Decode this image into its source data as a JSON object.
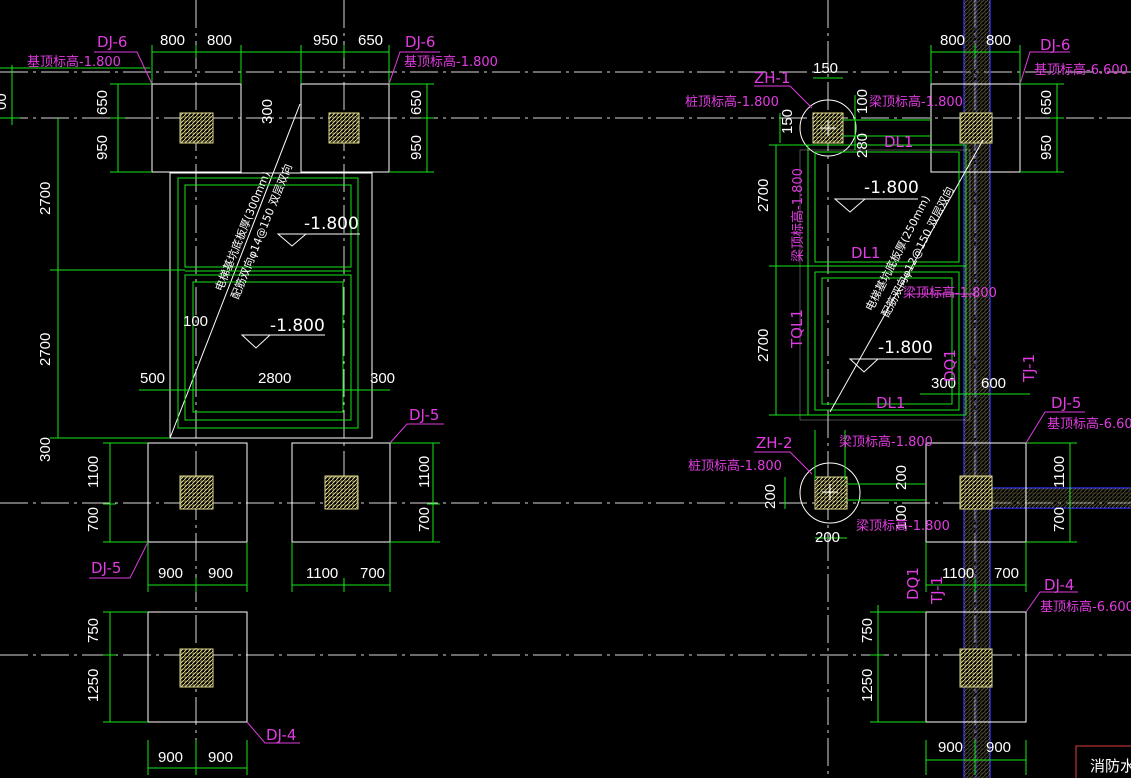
{
  "colors": {
    "background": "#000000",
    "axis": "#d8d8d8",
    "green": "#19e619",
    "magenta": "#e13ce1",
    "white": "#ffffff",
    "blue": "#2c2ce6",
    "hatch": "#e0d88a",
    "title_box": "#e13c3c"
  },
  "footings": {
    "dj6_a": "DJ-6",
    "dj6_b": "DJ-6",
    "dj6_c": "DJ-6",
    "dj5_a": "DJ-5",
    "dj5_b": "DJ-5",
    "dj5_c": "DJ-5",
    "dj4_a": "DJ-4",
    "dj4_b": "DJ-4"
  },
  "piles": {
    "zh1": "ZH-1",
    "zh2": "ZH-2"
  },
  "beams": {
    "dl1_a": "DL1",
    "dl1_b": "DL1",
    "dl1_c": "DL1",
    "tql1": "TQL1",
    "dq1_a": "DQ1",
    "dq1_b": "DQ1",
    "tj1_a": "TJ-1",
    "tj1_b": "TJ-1"
  },
  "elevations": {
    "fnd_1800": "基顶标高-1.800",
    "fnd_1800_b": "基顶标高-1.800",
    "fnd_6600_a": "基顶标高-6.600",
    "fnd_6600_b": "基顶标高-6.600",
    "fnd_6600_c": "基顶标高-6.600",
    "zh1_top": "桩顶标高-1.800",
    "zh2_top": "桩顶标高-1.800",
    "beam_top_a": "梁顶标高-1.800",
    "beam_top_b": "梁顶标高-1.800",
    "beam_top_c": "梁顶标高-1.800",
    "beam_top_d": "梁顶标高-1.800",
    "beam_top_e": "梁顶标高-1.800"
  },
  "levels": {
    "l1": "-1.800",
    "l2": "-1.800",
    "l3": "-1.800",
    "l4": "-1.800"
  },
  "notes": {
    "slab_left_1": "电梯基坑底板厚(300mm)",
    "slab_left_2": "配筋双向φ14@150 双层双向",
    "slab_right_1": "电梯基坑底板厚(250mm)",
    "slab_right_2": "配筋双向φ12@150 双层双向"
  },
  "dims": {
    "t_800a": "800",
    "t_800b": "800",
    "t_950": "950",
    "t_650": "650",
    "l_650": "650",
    "l_950": "950",
    "l_2700a": "2700",
    "l_2700b": "2700",
    "l_300": "300",
    "l_1100": "1100",
    "l_700": "700",
    "l_750": "750",
    "l_1250": "1250",
    "r_650": "650",
    "r_950": "950",
    "r_1100": "1100",
    "r_700": "700",
    "in_300": "300",
    "in_100": "100",
    "in_500": "500",
    "in_2800": "2800",
    "in_300b": "300",
    "b_900a": "900",
    "b_900b": "900",
    "b_1100": "1100",
    "b_700": "700",
    "bb_900a": "900",
    "bb_900b": "900",
    "left_edge": "00",
    "rt_800a": "800",
    "rt_800b": "800",
    "rt_150a": "150",
    "rt_100": "100",
    "rt_150b": "150",
    "rt_280": "280",
    "rl_2700a": "2700",
    "rl_2700b": "2700",
    "rr_650": "650",
    "rr_950": "950",
    "rr_1100": "1100",
    "rr_700": "700",
    "rr_750": "750",
    "rr_1250": "1250",
    "rm_300": "300",
    "rm_600": "600",
    "rz_200a": "200",
    "rz_200b": "200",
    "rz_200c": "200",
    "rz_100": "100",
    "rb_1100": "1100",
    "rb_700": "700",
    "rbb_900a": "900",
    "rbb_900b": "900"
  },
  "title_fragment": "消防水"
}
